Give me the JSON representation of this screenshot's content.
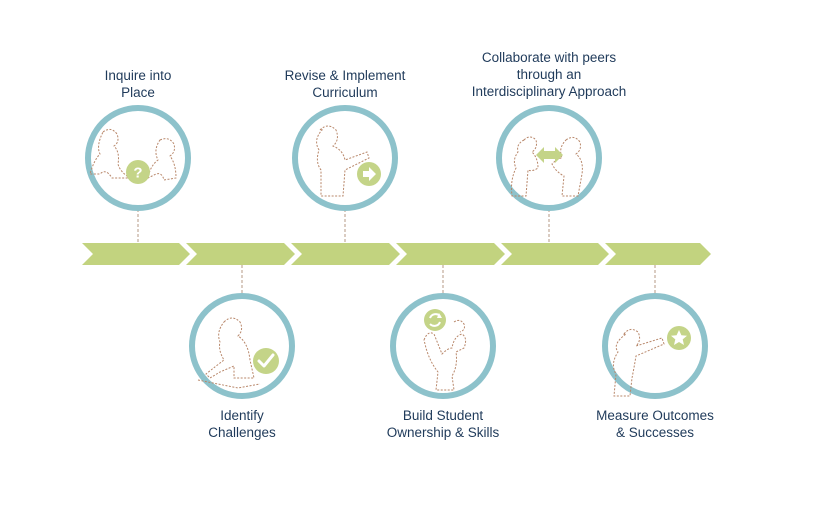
{
  "colors": {
    "ring": "#8dc2cb",
    "arrow": "#c2d37f",
    "badge": "#c4d488",
    "sketch": "#b8876a",
    "connector": "#b59a86",
    "label": "#1f3a5a"
  },
  "steps": [
    {
      "label": "Inquire into\nPlace",
      "icon": "question-icon",
      "position": "top"
    },
    {
      "label": "Identify\nChallenges",
      "icon": "check-icon",
      "position": "bottom"
    },
    {
      "label": "Revise & Implement\nCurriculum",
      "icon": "arrow-right-icon",
      "position": "top"
    },
    {
      "label": "Build Student\nOwnership & Skills",
      "icon": "recycle-icon",
      "position": "bottom"
    },
    {
      "label": "Collaborate with peers\nthrough an\nInterdisciplinary Approach",
      "icon": "double-arrow-icon",
      "position": "top"
    },
    {
      "label": "Measure Outcomes\n& Successes",
      "icon": "star-icon",
      "position": "bottom"
    }
  ]
}
